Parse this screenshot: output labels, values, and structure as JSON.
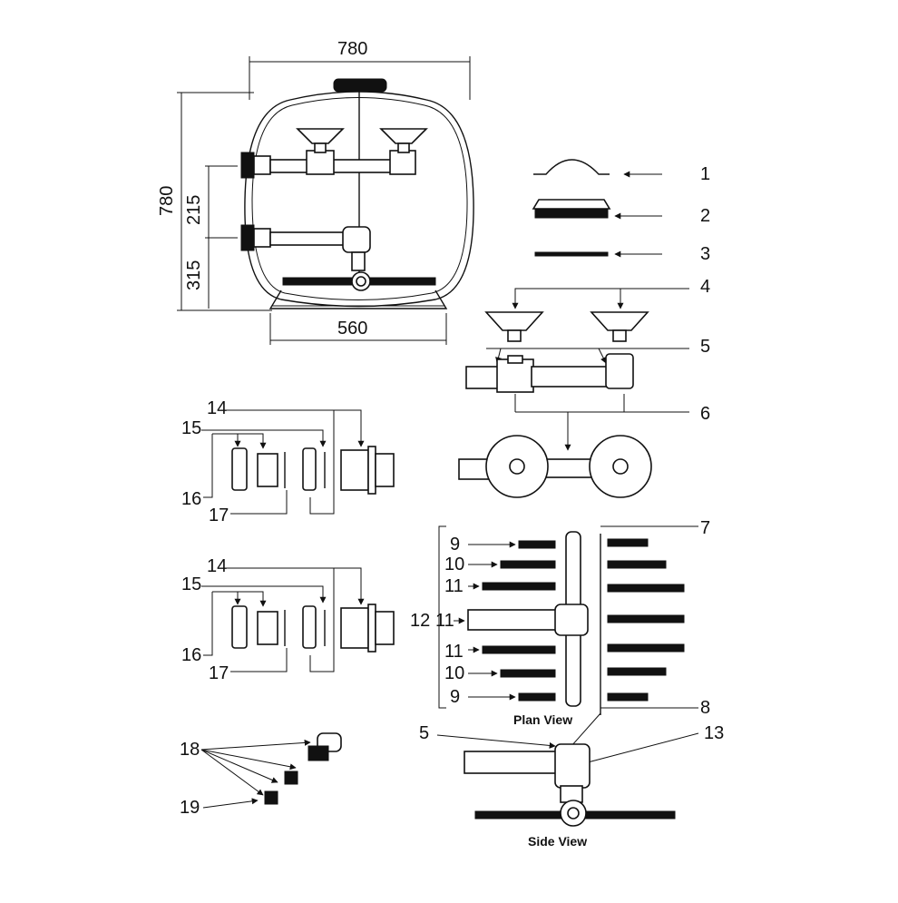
{
  "dimensions": {
    "top_width": "780",
    "height": "780",
    "upper": "215",
    "lower": "315",
    "base_width": "560"
  },
  "callouts": {
    "c1": "1",
    "c2": "2",
    "c3": "3",
    "c4": "4",
    "c5": "5",
    "c6": "6",
    "c7": "7",
    "c8": "8",
    "c9a": "9",
    "c10a": "10",
    "c11a": "11",
    "c12": "12",
    "c11b": "11",
    "c11c": "11",
    "c10b": "10",
    "c9b": "9",
    "c5b": "5",
    "c13": "13",
    "c14a": "14",
    "c15a": "15",
    "c16a": "16",
    "c17a": "17",
    "c14b": "14",
    "c15b": "15",
    "c16b": "16",
    "c17b": "17",
    "c18": "18",
    "c19": "19"
  },
  "captions": {
    "plan_view": "Plan View",
    "side_view": "Side View"
  }
}
